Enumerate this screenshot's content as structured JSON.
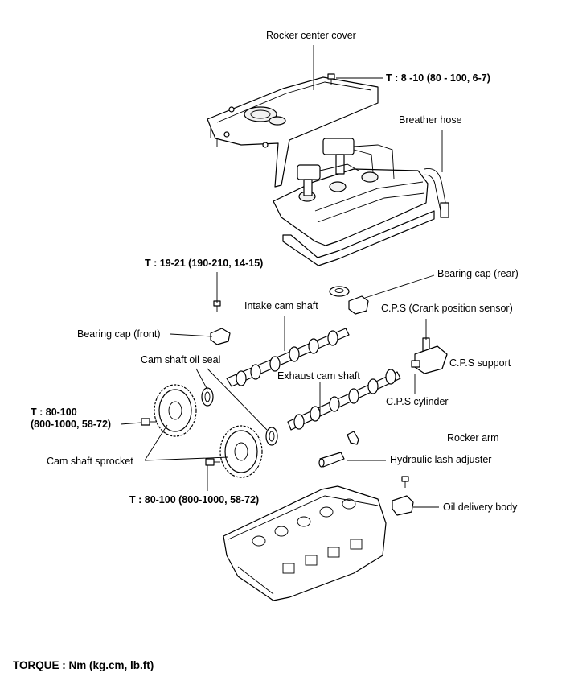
{
  "labels": {
    "rocker_center_cover": "Rocker center cover",
    "torque_rocker_cover": "T : 8 -10 (80 - 100, 6-7)",
    "breather_hose": "Breather hose",
    "torque_bearing_cap": "T : 19-21 (190-210, 14-15)",
    "bearing_cap_rear": "Bearing cap (rear)",
    "intake_cam_shaft": "Intake cam shaft",
    "cps": "C.P.S (Crank position sensor)",
    "bearing_cap_front": "Bearing cap (front)",
    "cam_shaft_oil_seal": "Cam shaft oil seal",
    "cps_support": "C.P.S support",
    "exhaust_cam_shaft": "Exhaust cam shaft",
    "torque_sprocket_1_line1": "T : 80-100",
    "torque_sprocket_1_line2": "(800-1000, 58-72)",
    "cps_cylinder": "C.P.S cylinder",
    "rocker_arm": "Rocker arm",
    "cam_shaft_sprocket": "Cam shaft sprocket",
    "hydraulic_lash_adjuster": "Hydraulic lash  adjuster",
    "torque_sprocket_2": "T : 80-100 (800-1000, 58-72)",
    "oil_delivery_body": "Oil delivery body"
  },
  "footer": {
    "torque_units": "TORQUE : Nm (kg.cm, lb.ft)"
  }
}
